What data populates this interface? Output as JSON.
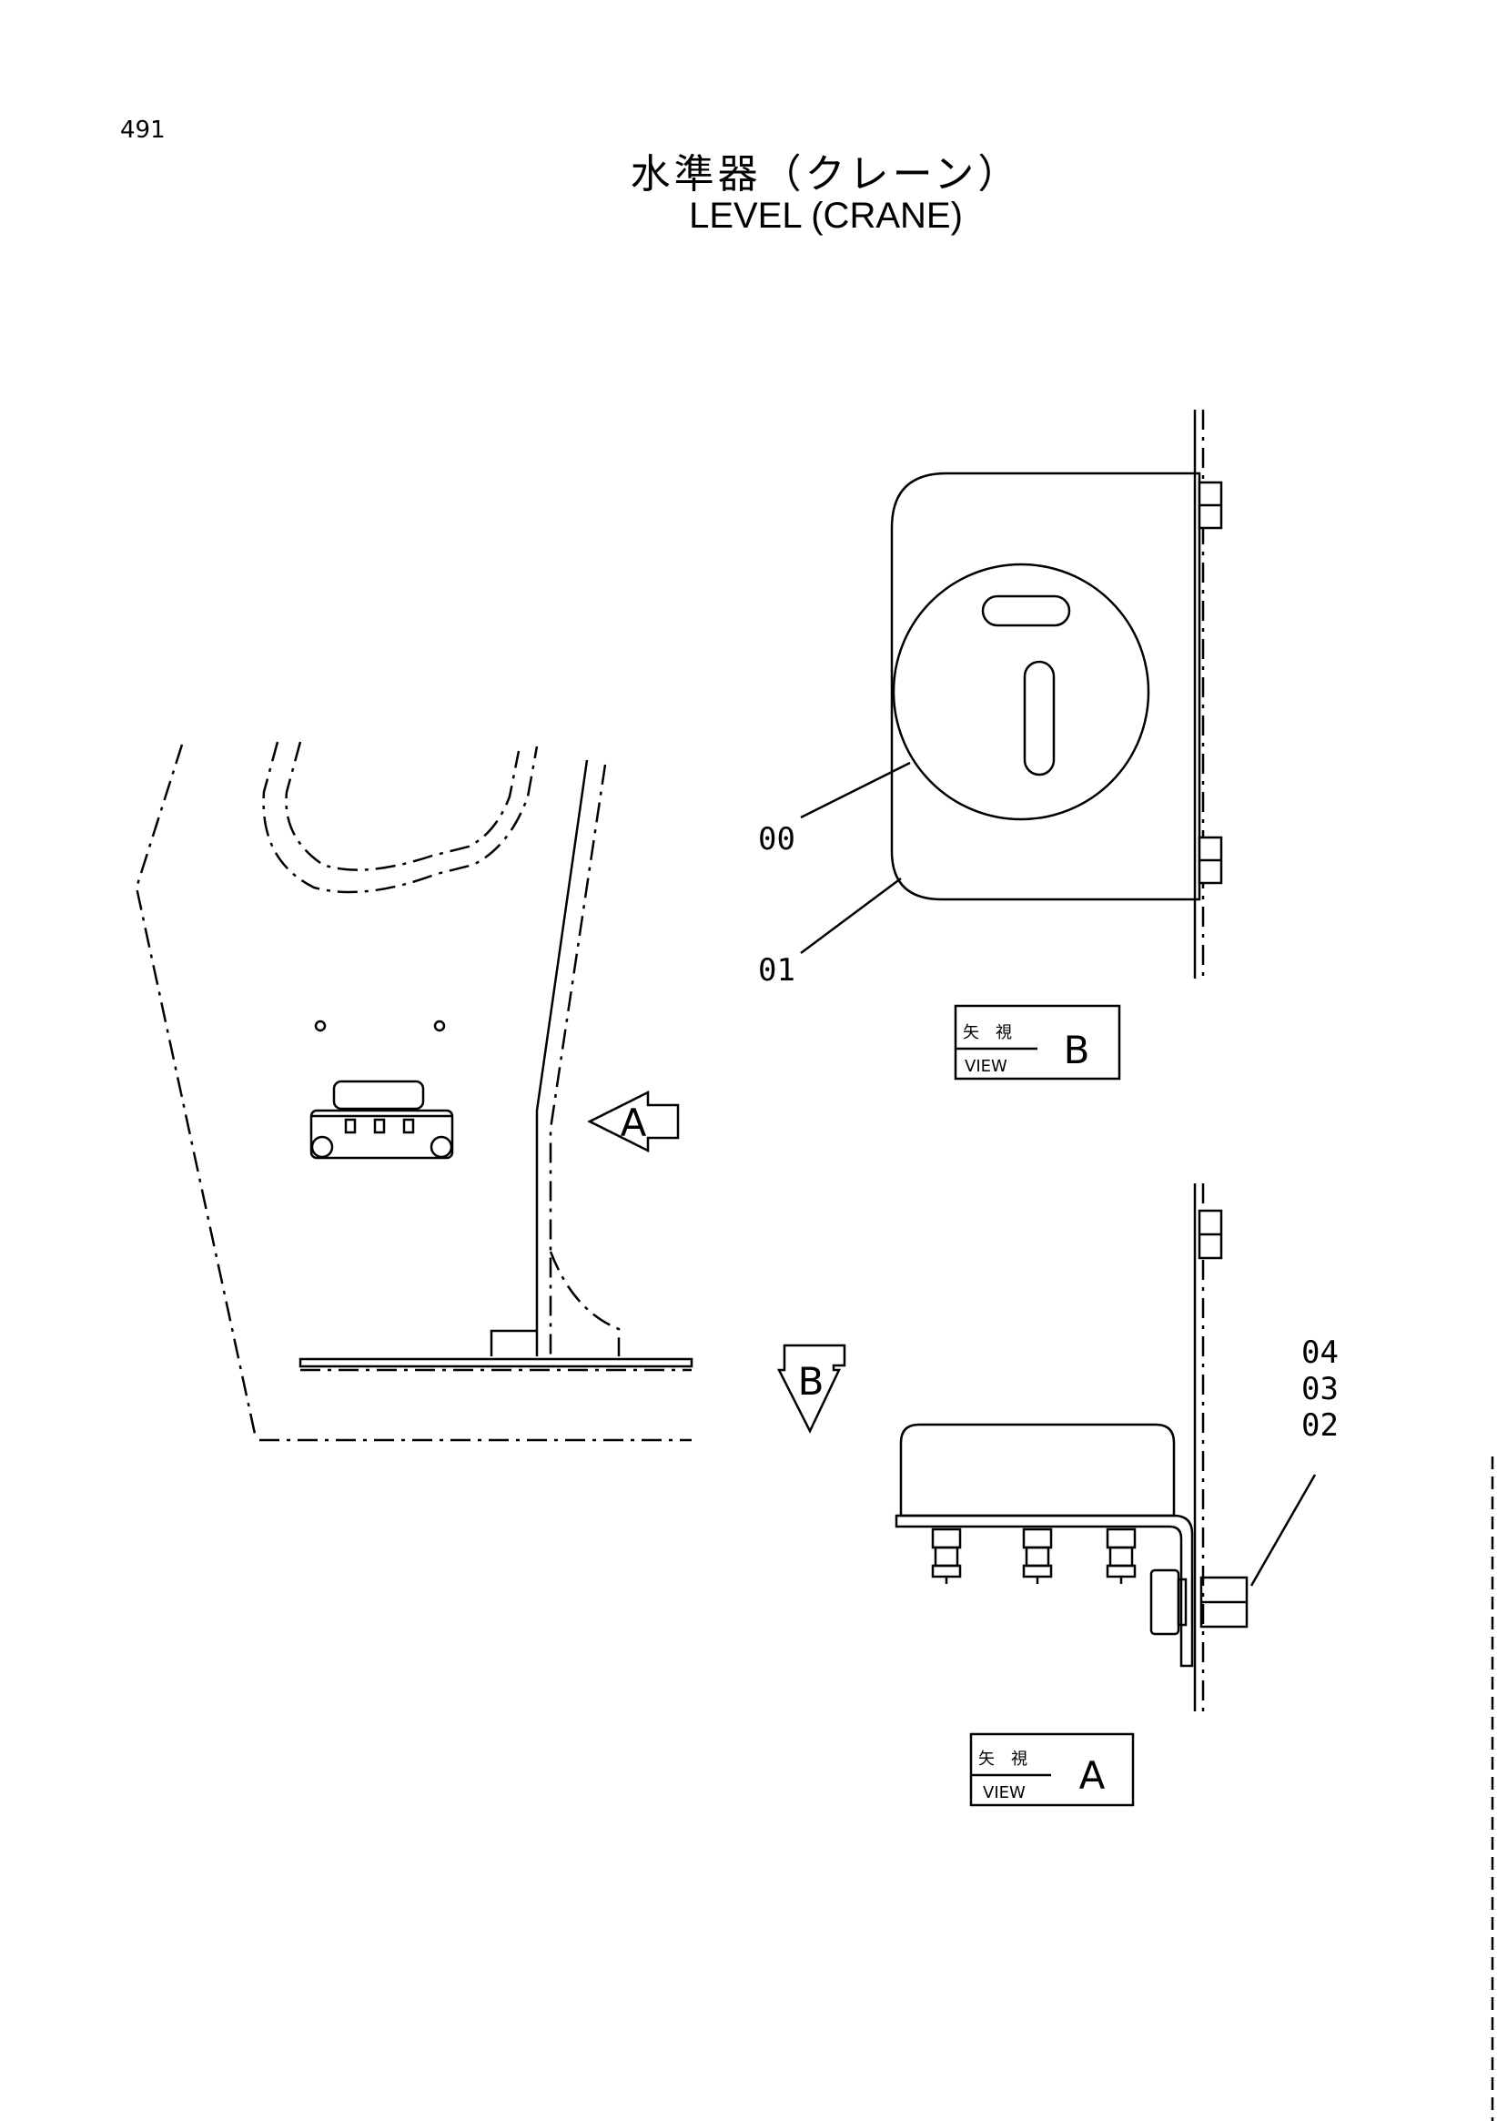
{
  "page": {
    "number": "491"
  },
  "title": {
    "jp": "水準器（クレーン）",
    "en": "LEVEL (CRANE)"
  },
  "callouts": {
    "c00": "00",
    "c01": "01",
    "c02": "02",
    "c03": "03",
    "c04": "04"
  },
  "arrows": {
    "view_a_arrow": "A",
    "view_b_arrow": "B"
  },
  "view_b_box": {
    "jp": "矢　視",
    "en": "VIEW",
    "letter": "B"
  },
  "view_a_box": {
    "jp": "矢　視",
    "en": "VIEW",
    "letter": "A"
  }
}
